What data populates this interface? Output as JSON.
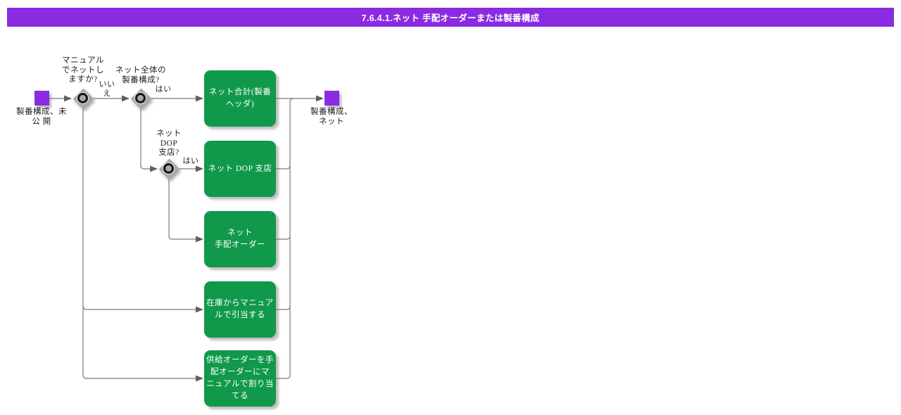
{
  "title_bar": {
    "text": "7.6.4.1.ネット 手配オーダーまたは製番構成"
  },
  "nodes": {
    "start": {
      "type": "event",
      "label": "製番構成、未\n公 開"
    },
    "end": {
      "type": "event",
      "label": "製番構成、\nネット"
    },
    "decision_manual_net": {
      "type": "decision",
      "question": "マニュアル\nでネットし\nますか?"
    },
    "decision_whole_net": {
      "type": "decision",
      "question": "ネット全体の\n製番構成?"
    },
    "decision_dop": {
      "type": "decision",
      "question": "ネット\nDOP\n支店?"
    },
    "process_net_total": {
      "type": "process",
      "label": "ネット合計(製番\nヘッダ)"
    },
    "process_net_dop": {
      "type": "process",
      "label": "ネット DOP 支店"
    },
    "process_net_order": {
      "type": "process",
      "label": "ネット\n手配オーダー"
    },
    "process_manual_reserve": {
      "type": "process",
      "label": "在庫からマニュア\nルで引当する"
    },
    "process_manual_assign": {
      "type": "process",
      "label": "供給オーダーを手\n配オーダーにマ\nニュアルで割り当\nてる"
    }
  },
  "edges": [
    {
      "from": "start",
      "to": "decision_manual_net",
      "label": ""
    },
    {
      "from": "decision_manual_net",
      "to": "decision_whole_net",
      "label": "いい\nえ"
    },
    {
      "from": "decision_whole_net",
      "to": "process_net_total",
      "label": "はい"
    },
    {
      "from": "process_net_total",
      "to": "end",
      "label": ""
    },
    {
      "from": "decision_whole_net",
      "to": "decision_dop",
      "label": ""
    },
    {
      "from": "decision_dop",
      "to": "process_net_dop",
      "label": "はい"
    },
    {
      "from": "decision_dop",
      "to": "process_net_order",
      "label": ""
    },
    {
      "from": "decision_manual_net",
      "to": "process_manual_reserve",
      "label": ""
    },
    {
      "from": "decision_manual_net",
      "to": "process_manual_assign",
      "label": ""
    },
    {
      "from": "process_net_dop",
      "to": "end",
      "label": ""
    },
    {
      "from": "process_net_order",
      "to": "end",
      "label": ""
    },
    {
      "from": "process_manual_reserve",
      "to": "end",
      "label": ""
    },
    {
      "from": "process_manual_assign",
      "to": "end",
      "label": ""
    }
  ],
  "colors": {
    "event_purple": "#8A2BE2",
    "title_purple": "#8A2BE2",
    "process_green": "#11994B",
    "gateway_gray": "#A8A8A8",
    "connector_gray": "#7a7a7a",
    "arrow_gray": "#5f5f5f"
  }
}
